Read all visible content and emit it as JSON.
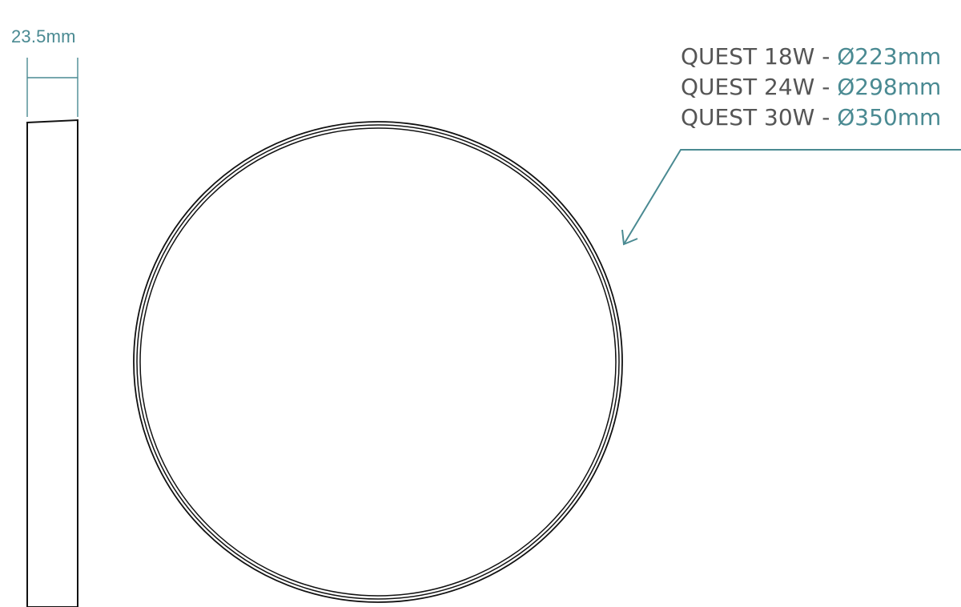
{
  "colors": {
    "accent": "#4a8a92",
    "text": "#555555",
    "outline": "#111111"
  },
  "side_view": {
    "depth_label": "23.5mm"
  },
  "specs": [
    {
      "model": "QUEST 18W",
      "separator": " - ",
      "diameter": "Ø223mm"
    },
    {
      "model": "QUEST 24W",
      "separator": " - ",
      "diameter": "Ø298mm"
    },
    {
      "model": "QUEST 30W",
      "separator": " - ",
      "diameter": "Ø350mm"
    }
  ]
}
